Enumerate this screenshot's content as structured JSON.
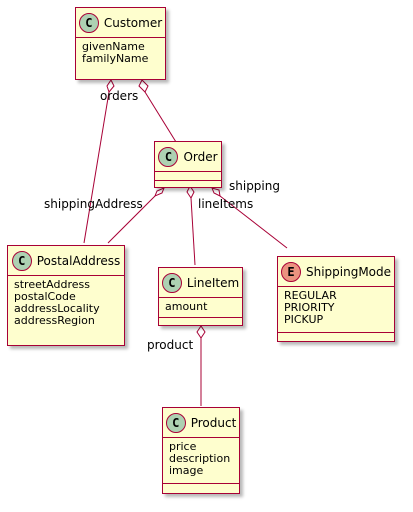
{
  "classes": {
    "customer": {
      "stereotype": "C",
      "name": "Customer",
      "attributes": [
        "givenName",
        "familyName"
      ]
    },
    "order": {
      "stereotype": "C",
      "name": "Order",
      "attributes": []
    },
    "postal_address": {
      "stereotype": "C",
      "name": "PostalAddress",
      "attributes": [
        "streetAddress",
        "postalCode",
        "addressLocality",
        "addressRegion"
      ]
    },
    "line_item": {
      "stereotype": "C",
      "name": "LineItem",
      "attributes": [
        "amount"
      ]
    },
    "shipping_mode": {
      "stereotype": "E",
      "name": "ShippingMode",
      "attributes": [
        "REGULAR",
        "PRIORITY",
        "PICKUP"
      ]
    },
    "product": {
      "stereotype": "C",
      "name": "Product",
      "attributes": [
        "price",
        "description",
        "image"
      ]
    }
  },
  "roles": {
    "orders": "orders",
    "shipping_address": "shippingAddress",
    "shipping": "shipping",
    "line_items": "lineItems",
    "product": "product"
  },
  "colors": {
    "class_fill": "#fefece",
    "border": "#a80036",
    "class_circle": "#add1b2",
    "enum_circle": "#eb937f"
  }
}
